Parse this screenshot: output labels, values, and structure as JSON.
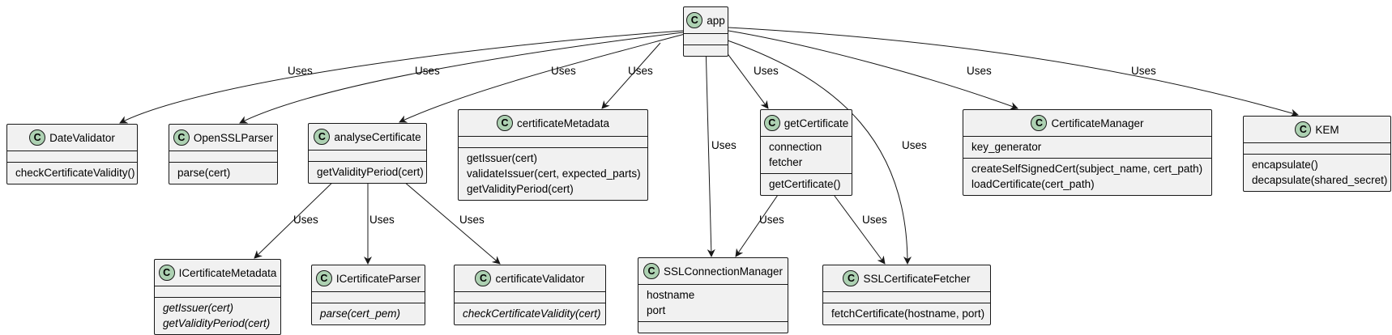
{
  "badge_letter": "C",
  "edge_label": "Uses",
  "classes": {
    "app": {
      "name": "app",
      "attributes": [],
      "methods": []
    },
    "DateValidator": {
      "name": "DateValidator",
      "attributes": [],
      "methods": [
        "checkCertificateValidity()"
      ]
    },
    "OpenSSLParser": {
      "name": "OpenSSLParser",
      "attributes": [],
      "methods": [
        "parse(cert)"
      ]
    },
    "analyseCertificate": {
      "name": "analyseCertificate",
      "attributes": [],
      "methods": [
        "getValidityPeriod(cert)"
      ]
    },
    "certificateMetadata": {
      "name": "certificateMetadata",
      "attributes": [],
      "methods": [
        "getIssuer(cert)",
        "validateIssuer(cert, expected_parts)",
        "getValidityPeriod(cert)"
      ]
    },
    "getCertificate": {
      "name": "getCertificate",
      "attributes": [
        "connection",
        "fetcher"
      ],
      "methods": [
        "getCertificate()"
      ]
    },
    "CertificateManager": {
      "name": "CertificateManager",
      "attributes": [
        "key_generator"
      ],
      "methods": [
        "createSelfSignedCert(subject_name, cert_path)",
        "loadCertificate(cert_path)"
      ]
    },
    "KEM": {
      "name": "KEM",
      "attributes": [],
      "methods": [
        "encapsulate()",
        "decapsulate(shared_secret)"
      ]
    },
    "ICertificateMetadata": {
      "name": "ICertificateMetadata",
      "attributes": [],
      "methods": [
        "getIssuer(cert)",
        "getValidityPeriod(cert)"
      ],
      "abstract_methods": true
    },
    "ICertificateParser": {
      "name": "ICertificateParser",
      "attributes": [],
      "methods": [
        "parse(cert_pem)"
      ],
      "abstract_methods": true
    },
    "certificateValidator": {
      "name": "certificateValidator",
      "attributes": [],
      "methods": [
        "checkCertificateValidity(cert)"
      ],
      "abstract_methods": true
    },
    "SSLConnectionManager": {
      "name": "SSLConnectionManager",
      "attributes": [
        "hostname",
        "port"
      ],
      "methods": []
    },
    "SSLCertificateFetcher": {
      "name": "SSLCertificateFetcher",
      "attributes": [],
      "methods": [
        "fetchCertificate(hostname, port)"
      ]
    }
  },
  "relationships": [
    {
      "from": "app",
      "to": "DateValidator",
      "label": "Uses"
    },
    {
      "from": "app",
      "to": "OpenSSLParser",
      "label": "Uses"
    },
    {
      "from": "app",
      "to": "analyseCertificate",
      "label": "Uses"
    },
    {
      "from": "app",
      "to": "certificateMetadata",
      "label": "Uses"
    },
    {
      "from": "app",
      "to": "SSLConnectionManager",
      "label": "Uses"
    },
    {
      "from": "app",
      "to": "getCertificate",
      "label": "Uses"
    },
    {
      "from": "app",
      "to": "SSLCertificateFetcher",
      "label": "Uses"
    },
    {
      "from": "app",
      "to": "CertificateManager",
      "label": "Uses"
    },
    {
      "from": "app",
      "to": "KEM",
      "label": "Uses"
    },
    {
      "from": "analyseCertificate",
      "to": "ICertificateMetadata",
      "label": "Uses"
    },
    {
      "from": "analyseCertificate",
      "to": "ICertificateParser",
      "label": "Uses"
    },
    {
      "from": "analyseCertificate",
      "to": "certificateValidator",
      "label": "Uses"
    },
    {
      "from": "getCertificate",
      "to": "SSLConnectionManager",
      "label": "Uses"
    },
    {
      "from": "getCertificate",
      "to": "SSLCertificateFetcher",
      "label": "Uses"
    }
  ]
}
